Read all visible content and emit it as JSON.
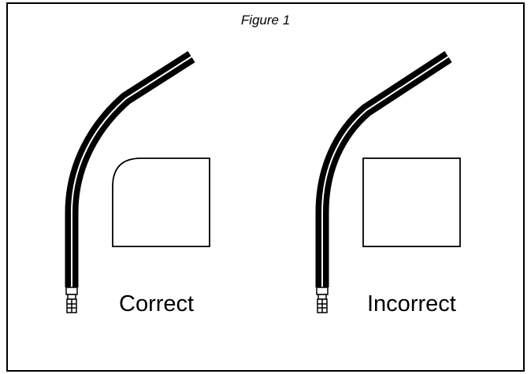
{
  "figure": {
    "caption": "Figure 1"
  },
  "panels": [
    {
      "label": "Correct",
      "corner": "rounded"
    },
    {
      "label": "Incorrect",
      "corner": "sharp"
    }
  ],
  "colors": {
    "hose": "#000000",
    "hose_stripe": "#ffffff",
    "outline": "#000000",
    "background": "#ffffff"
  }
}
